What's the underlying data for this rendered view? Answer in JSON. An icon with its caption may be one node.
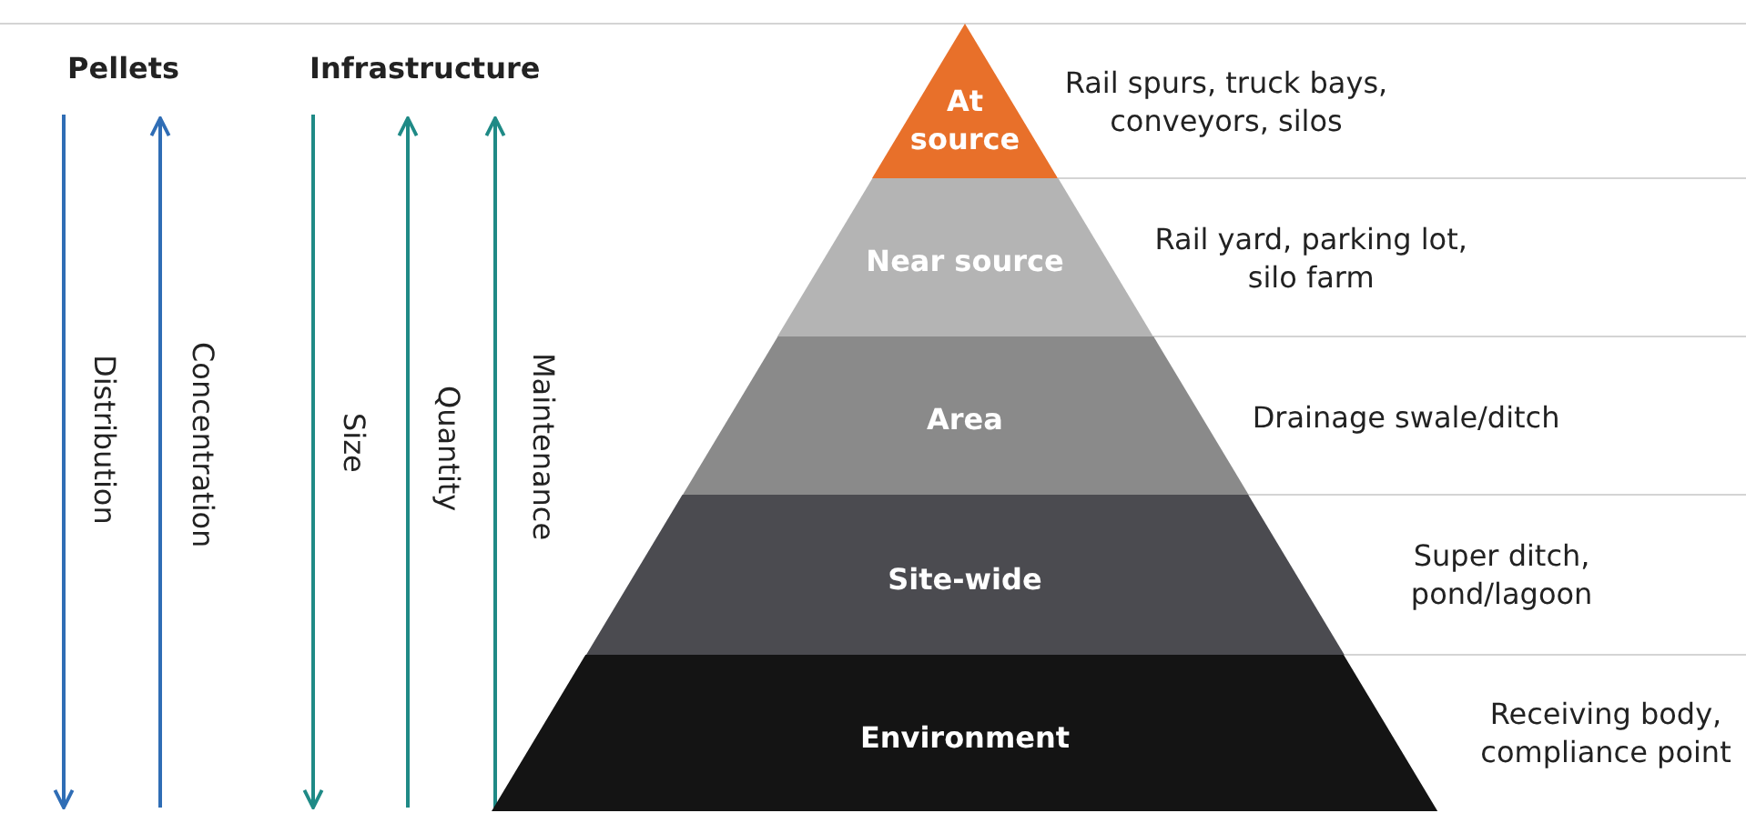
{
  "diagram": {
    "nodes": [
      {
        "text": [
          "At source"
        ],
        "beside": [
          "Rail spurs, truck bays, conveyors, silos"
        ]
      },
      {
        "text": [
          "Near source"
        ],
        "beside": [
          "Rail yard, parking lot, silo farm"
        ]
      },
      {
        "text": [
          "Area"
        ],
        "beside": [
          "Drainage swale/ditch"
        ]
      },
      {
        "text": [
          "Site-wide"
        ],
        "beside": [
          "Super ditch, pond/lagoon"
        ]
      },
      {
        "text": [
          "Environment"
        ],
        "beside": [
          "Receiving body, compliance point"
        ]
      }
    ],
    "labels": [
      "Pellets",
      "Infrastructure",
      "Distribution",
      "Concentration",
      "Size",
      "Quantity",
      "Maintenance"
    ]
  }
}
